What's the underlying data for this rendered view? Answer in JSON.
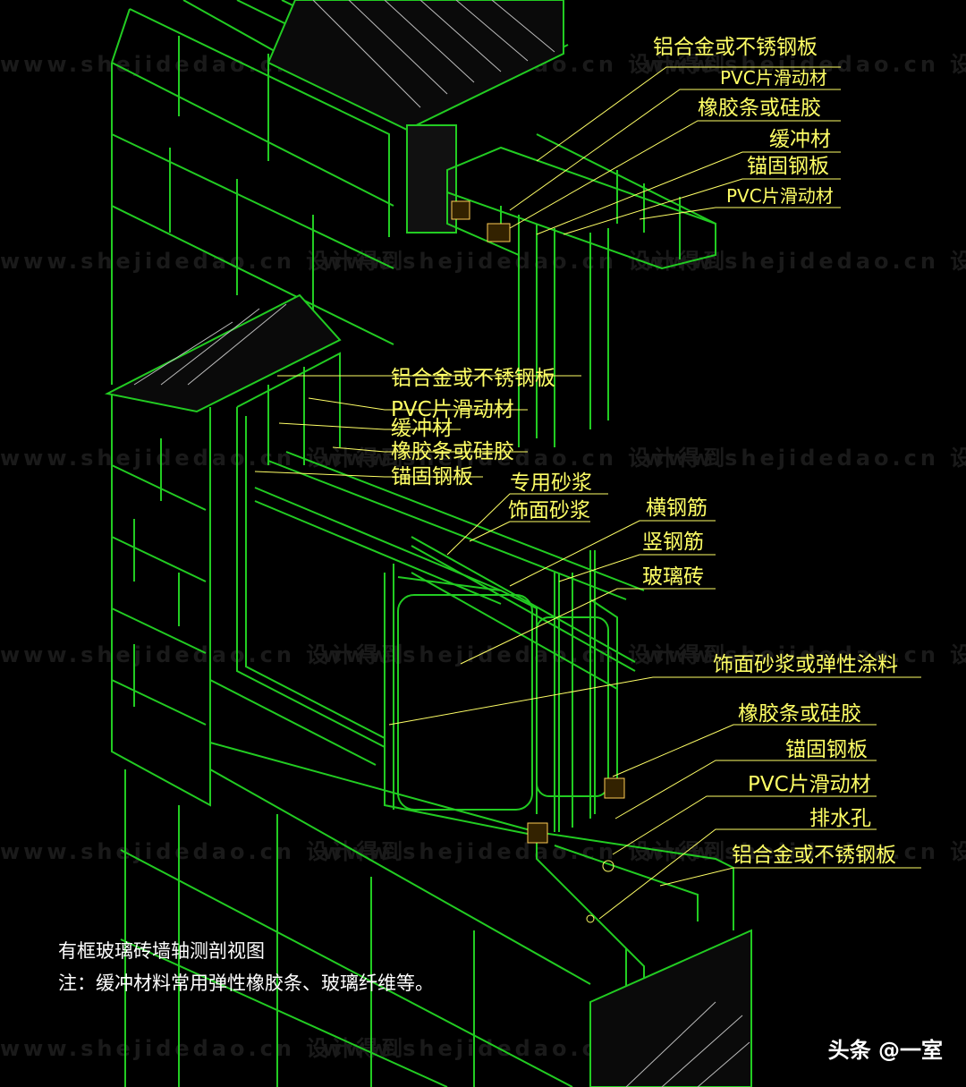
{
  "watermark": "www.shejidedao.cn 设计得到",
  "labels_upper": [
    "铝合金或不锈钢板",
    "PVC片滑动材",
    "橡胶条或硅胶",
    "缓冲材",
    "锚固钢板",
    "PVC片滑动材"
  ],
  "labels_mid": [
    "铝合金或不锈钢板",
    "PVC片滑动材",
    "缓冲材",
    "橡胶条或硅胶",
    "锚固钢板"
  ],
  "labels_center": [
    "专用砂浆",
    "饰面砂浆",
    "横钢筋",
    "竖钢筋",
    "玻璃砖",
    "饰面砂浆或弹性涂料"
  ],
  "labels_lower": [
    "橡胶条或硅胶",
    "锚固钢板",
    "PVC片滑动材",
    "排水孔",
    "铝合金或不锈钢板"
  ],
  "caption": {
    "title": "有框玻璃砖墙轴测剖视图",
    "note": "注：缓冲材料常用弹性橡胶条、玻璃纤维等。"
  },
  "credit": "头条 @一室",
  "colors": {
    "background": "#000000",
    "linework": "#22cc22",
    "labels": "#ffff66",
    "hatch": "#cccccc"
  }
}
